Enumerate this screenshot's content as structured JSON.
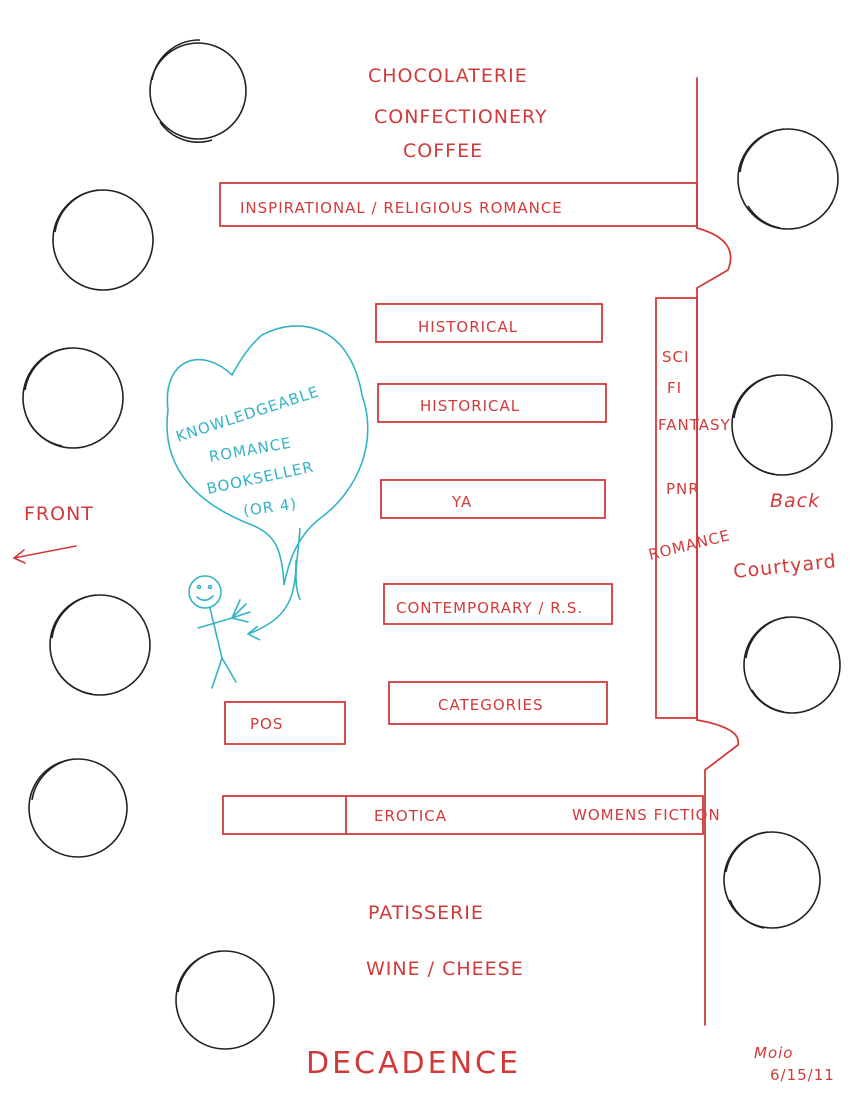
{
  "colors": {
    "ink": "#d23a3a",
    "teal": "#33b4c4",
    "table": "#222222",
    "paper": "#ffffff"
  },
  "areas": {
    "top": [
      "CHOCOLATERIE",
      "CONFECTIONERY",
      "COFFEE"
    ],
    "bottom": [
      "PATISSERIE",
      "WINE / CHEESE"
    ],
    "footer": "DECADENCE"
  },
  "shelves": {
    "inspirational": "INSPIRATIONAL / RELIGIOUS ROMANCE",
    "historical_1": "HISTORICAL",
    "historical_2": "HISTORICAL",
    "ya": "YA",
    "contemporary": "CONTEMPORARY / R.S.",
    "categories": "CATEGORIES",
    "pos": "POS",
    "erotica": "EROTICA",
    "womens_fiction": "WOMENS FICTION",
    "vertical": [
      "SCI",
      "FI",
      "FANTASY",
      "PNR",
      "ROMANCE"
    ]
  },
  "labels": {
    "front": "FRONT",
    "back": "Back",
    "courtyard": "Courtyard"
  },
  "bubble": [
    "KNOWLEDGEABLE",
    "ROMANCE",
    "BOOKSELLER",
    "(OR 4)"
  ],
  "signature": {
    "name": "Moio",
    "date": "6/15/11"
  },
  "icons": [
    "table-icon",
    "person-icon",
    "speech-bubble-icon",
    "arrow-left-icon",
    "door-icon"
  ]
}
